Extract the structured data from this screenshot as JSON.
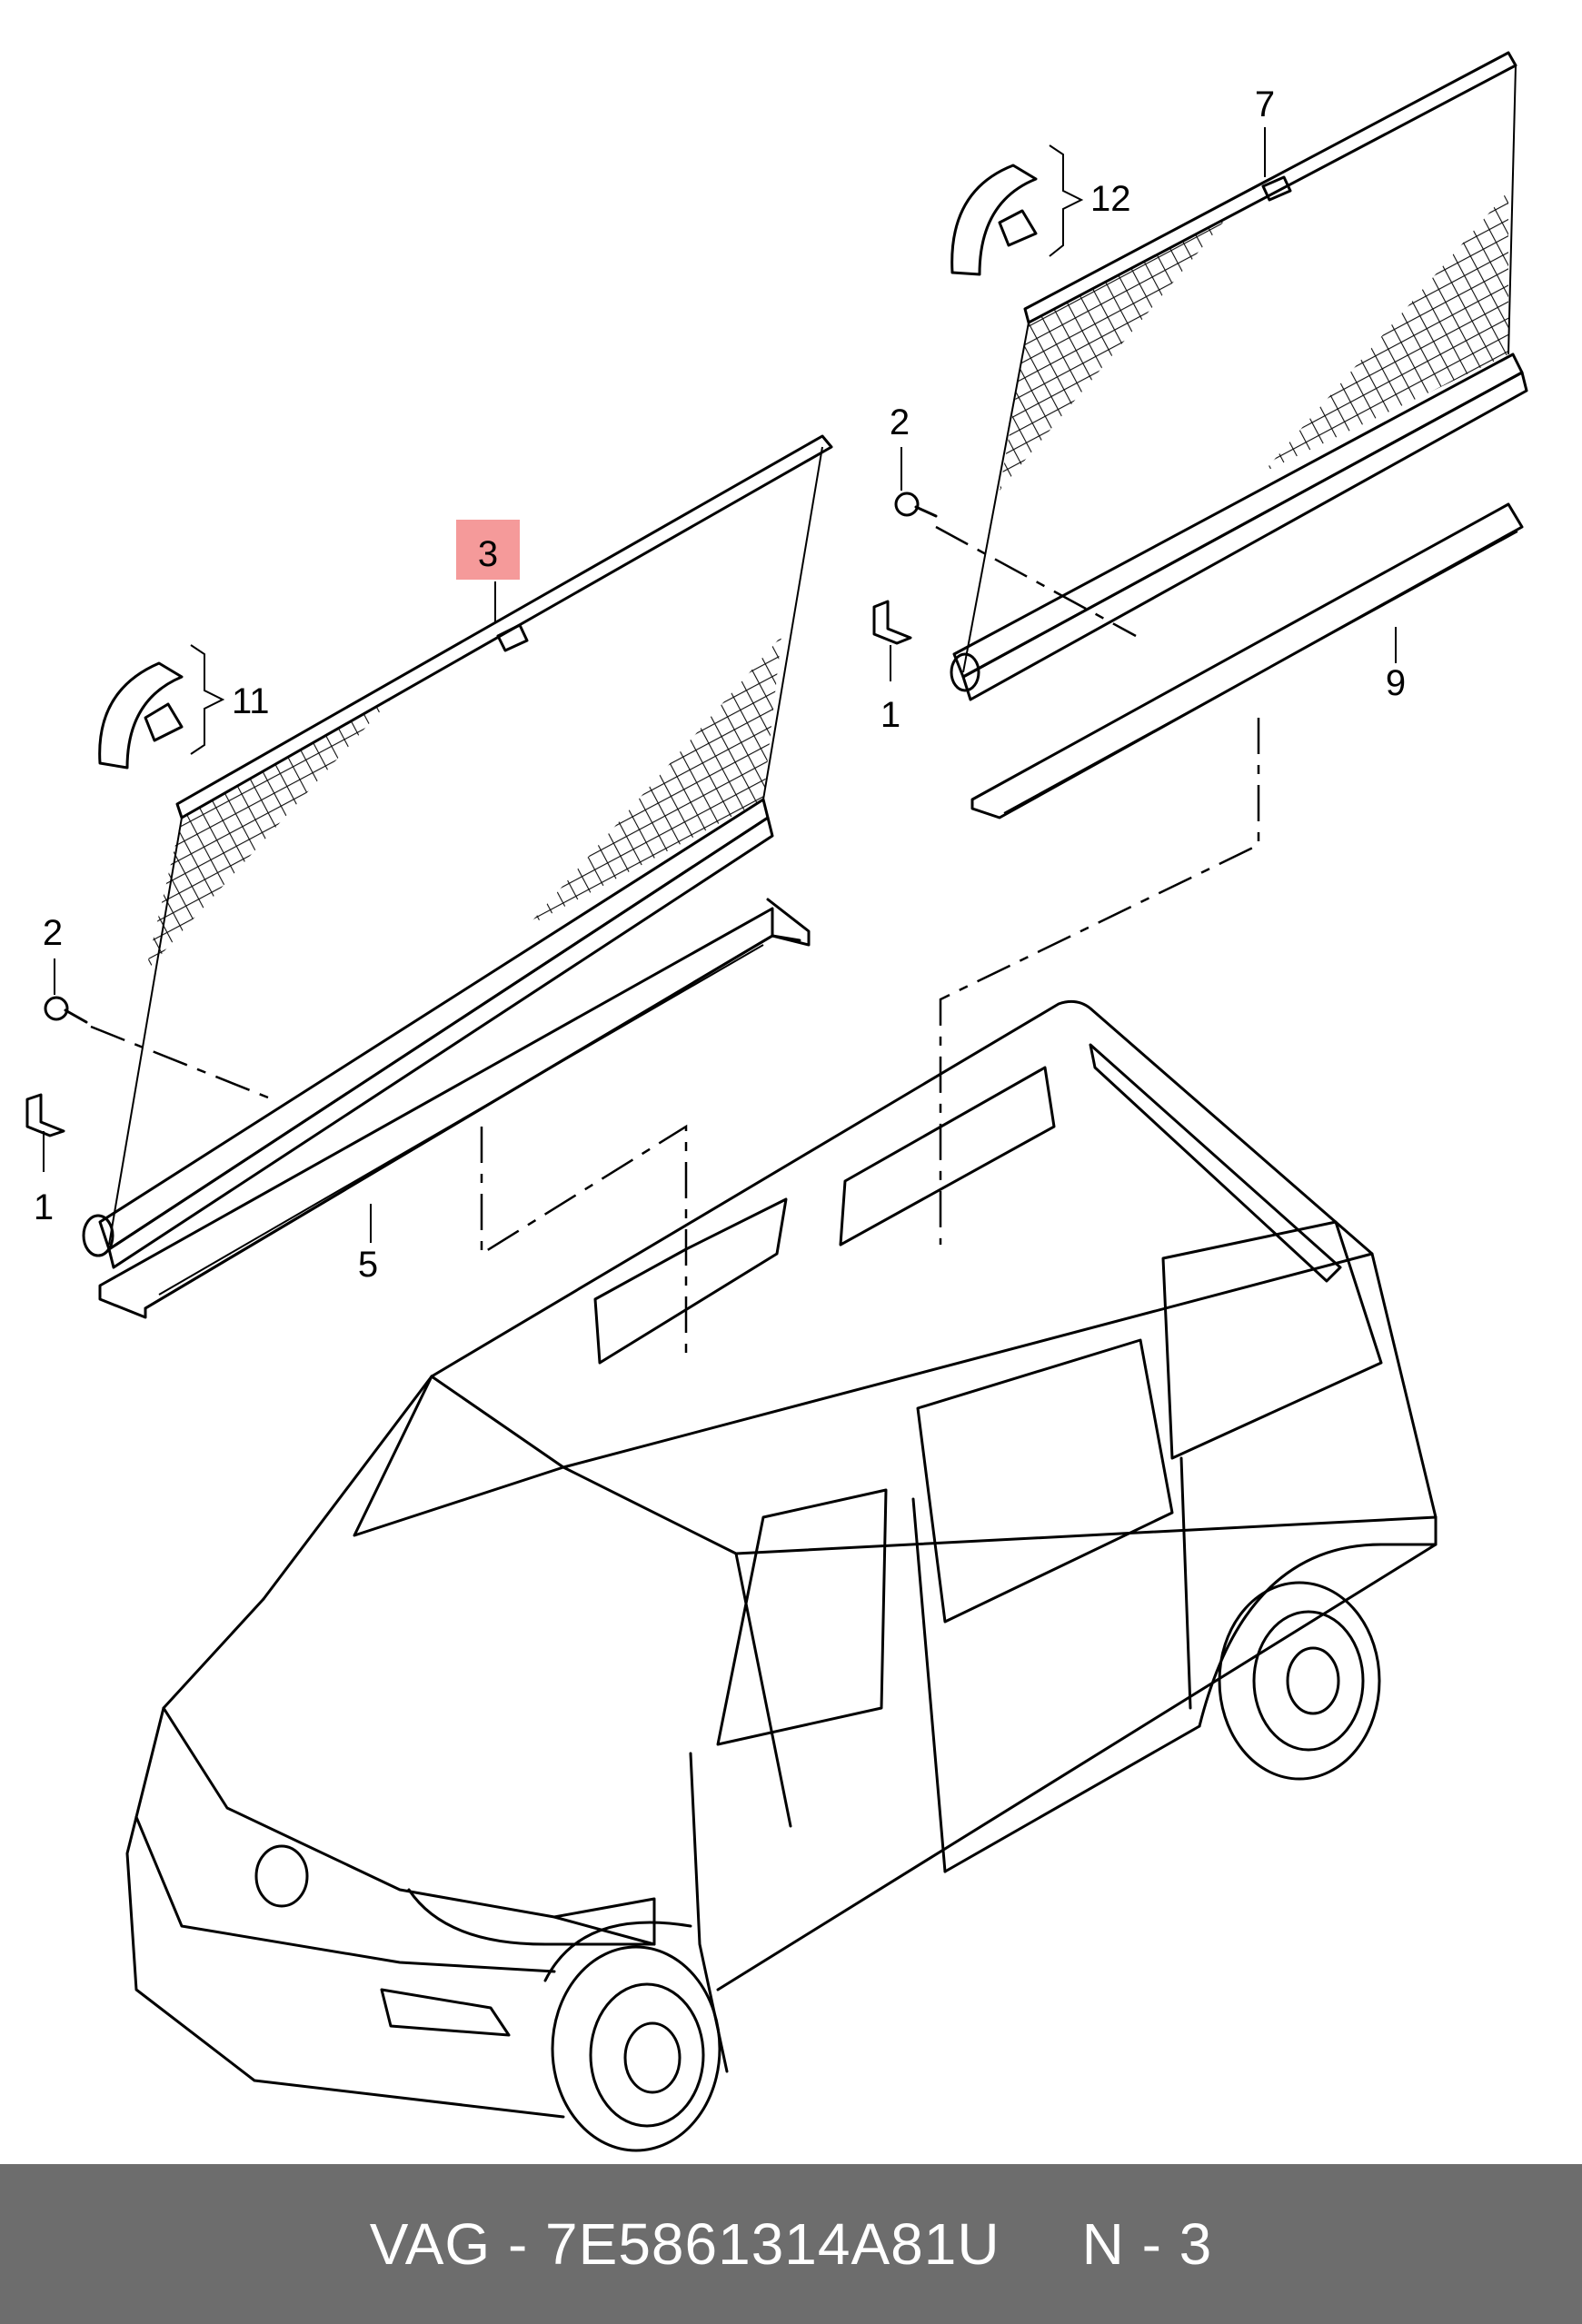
{
  "callouts": [
    {
      "id": "c1a",
      "label": "1"
    },
    {
      "id": "c1b",
      "label": "1"
    },
    {
      "id": "c2a",
      "label": "2"
    },
    {
      "id": "c2b",
      "label": "2"
    },
    {
      "id": "c3",
      "label": "3",
      "highlighted": true
    },
    {
      "id": "c5",
      "label": "5"
    },
    {
      "id": "c7",
      "label": "7"
    },
    {
      "id": "c9",
      "label": "9"
    },
    {
      "id": "c11",
      "label": "11"
    },
    {
      "id": "c12",
      "label": "12"
    }
  ],
  "highlight_color": "#f59a9a",
  "footer": {
    "part_number": "VAG - 7E5861314A81U",
    "page_ref": "N - 3"
  }
}
